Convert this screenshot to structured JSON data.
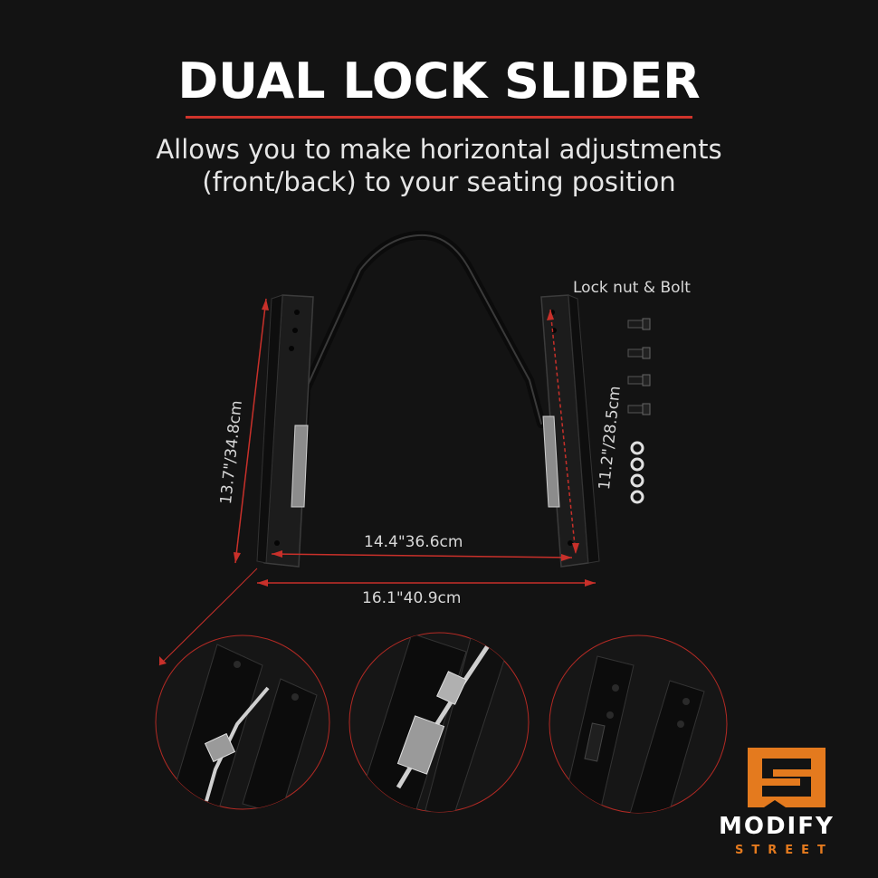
{
  "header": {
    "title": "DUAL LOCK SLIDER",
    "subtitle_line1": "Allows you to make horizontal adjustments",
    "subtitle_line2": "(front/back) to your seating position"
  },
  "dimensions": {
    "left_rail_length": "13.7\"/34.8cm",
    "right_rail_length": "11.2\"/28.5cm",
    "inner_width": "14.4\"36.6cm",
    "outer_width": "16.1\"40.9cm"
  },
  "hardware": {
    "label": "Lock nut & Bolt"
  },
  "brand": {
    "name": "MODIFY",
    "tagline": "STREET",
    "accent": "#e47a1e"
  },
  "colors": {
    "background": "#131313",
    "accent_red": "#d0342b",
    "dimension_red": "#c8302a"
  }
}
